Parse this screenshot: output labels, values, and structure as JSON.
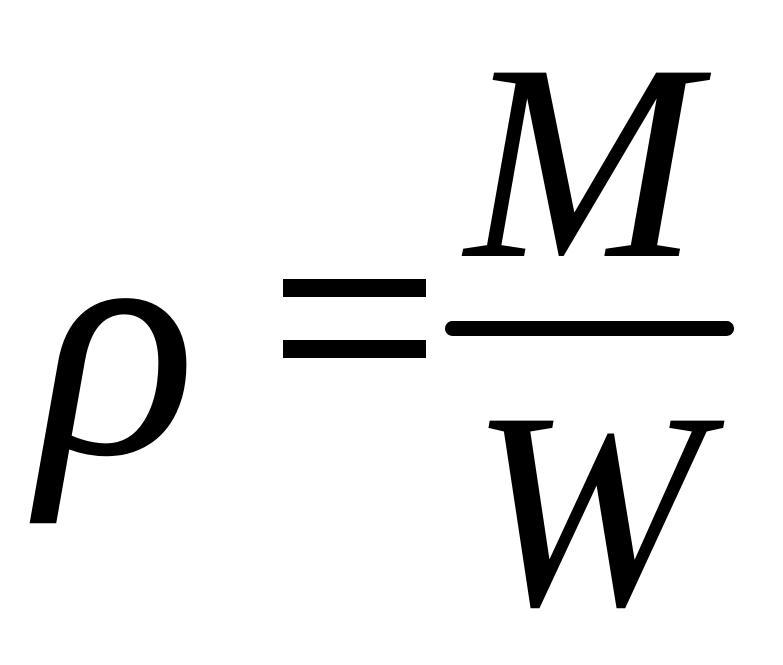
{
  "formula": {
    "lhs": "ρ",
    "relation": "=",
    "numerator": "M",
    "denominator": "W"
  }
}
